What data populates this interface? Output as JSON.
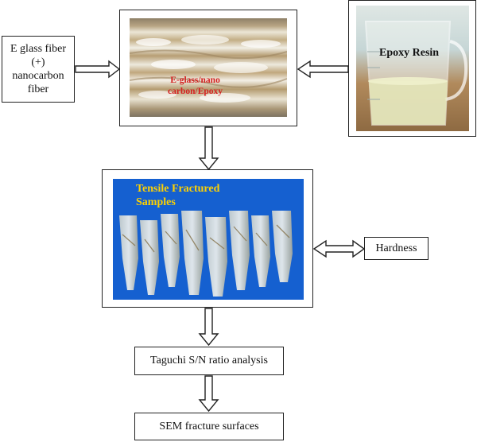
{
  "nodes": {
    "e_glass": {
      "lines": [
        "E glass fiber",
        "(+)",
        "nanocarbon",
        "fiber"
      ]
    },
    "laminate_photo": {
      "caption_lines": [
        "E-glass/nano",
        "carbon/Epoxy"
      ],
      "caption_color": "#d42020"
    },
    "epoxy_photo": {
      "caption": "Epoxy Resin"
    },
    "tensile_photo": {
      "caption_lines": [
        "Tensile Fractured",
        "Samples"
      ],
      "caption_color": "#ffd200"
    },
    "hardness": {
      "label": "Hardness"
    },
    "taguchi": {
      "label": "Taguchi S/N ratio analysis"
    },
    "sem": {
      "label": "SEM fracture surfaces"
    }
  },
  "arrows": [
    {
      "from": "e_glass",
      "to": "laminate_photo",
      "style": "hollow"
    },
    {
      "from": "epoxy_photo",
      "to": "laminate_photo",
      "style": "hollow"
    },
    {
      "from": "laminate_photo",
      "to": "tensile_photo",
      "style": "hollow"
    },
    {
      "from": "tensile_photo",
      "to": "hardness",
      "style": "hollow-double"
    },
    {
      "from": "tensile_photo",
      "to": "taguchi",
      "style": "hollow"
    },
    {
      "from": "taguchi",
      "to": "sem",
      "style": "hollow"
    }
  ],
  "colors": {
    "stroke": "#222222",
    "tensile_background": "#1560d0"
  }
}
